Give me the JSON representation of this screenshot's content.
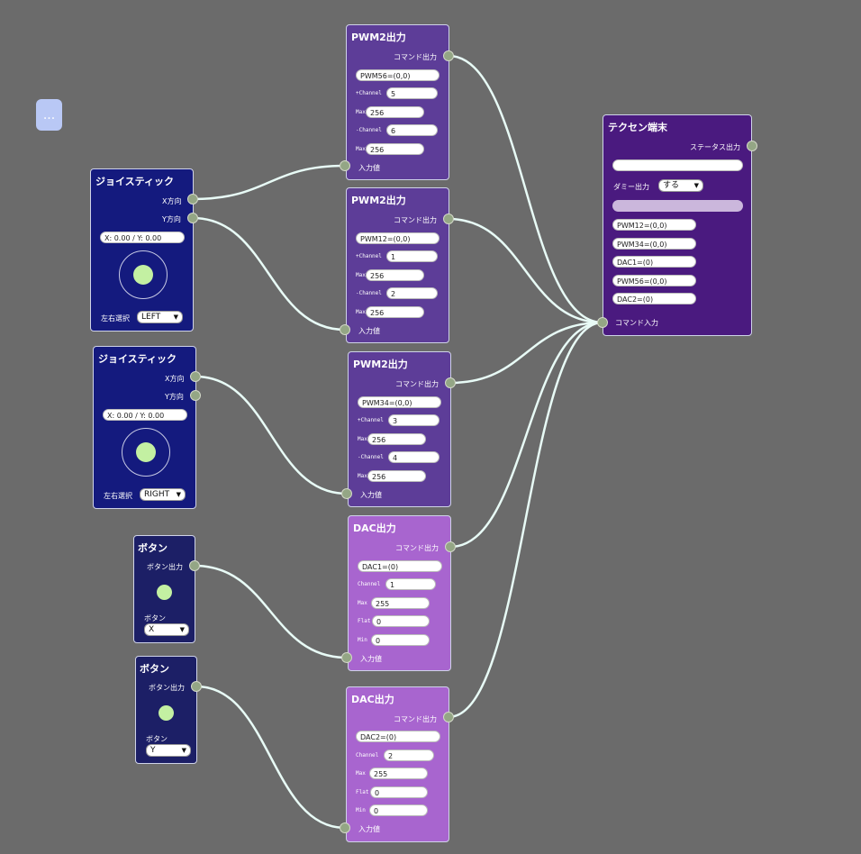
{
  "menu": {
    "label": "..."
  },
  "joysticks": [
    {
      "title": "ジョイスティック",
      "x_port": "X方向",
      "y_port": "Y方向",
      "readout": "X: 0.00 / Y: 0.00",
      "select_label": "左右選択",
      "select_value": "LEFT"
    },
    {
      "title": "ジョイスティック",
      "x_port": "X方向",
      "y_port": "Y方向",
      "readout": "X: 0.00 / Y: 0.00",
      "select_label": "左右選択",
      "select_value": "RIGHT"
    }
  ],
  "buttons": [
    {
      "title": "ボタン",
      "out_port": "ボタン出力",
      "select_label": "ボタン",
      "select_value": "X"
    },
    {
      "title": "ボタン",
      "out_port": "ボタン出力",
      "select_label": "ボタン",
      "select_value": "Y"
    }
  ],
  "pwm_nodes": [
    {
      "title": "PWM2出力",
      "out_port": "コマンド出力",
      "command": "PWM56=(0,0)",
      "fields": [
        {
          "label": "+Channel",
          "value": "5"
        },
        {
          "label": "Max",
          "value": "256"
        },
        {
          "label": "-Channel",
          "value": "6"
        },
        {
          "label": "Max",
          "value": "256"
        }
      ],
      "in_port": "入力値"
    },
    {
      "title": "PWM2出力",
      "out_port": "コマンド出力",
      "command": "PWM12=(0,0)",
      "fields": [
        {
          "label": "+Channel",
          "value": "1"
        },
        {
          "label": "Max",
          "value": "256"
        },
        {
          "label": "-Channel",
          "value": "2"
        },
        {
          "label": "Max",
          "value": "256"
        }
      ],
      "in_port": "入力値"
    },
    {
      "title": "PWM2出力",
      "out_port": "コマンド出力",
      "command": "PWM34=(0,0)",
      "fields": [
        {
          "label": "+Channel",
          "value": "3"
        },
        {
          "label": "Max",
          "value": "256"
        },
        {
          "label": "-Channel",
          "value": "4"
        },
        {
          "label": "Max",
          "value": "256"
        }
      ],
      "in_port": "入力値"
    }
  ],
  "dac_nodes": [
    {
      "title": "DAC出力",
      "out_port": "コマンド出力",
      "command": "DAC1=(0)",
      "fields": [
        {
          "label": "Channel",
          "value": "1"
        },
        {
          "label": "Max",
          "value": "255"
        },
        {
          "label": "Flat",
          "value": "0"
        },
        {
          "label": "Min",
          "value": "0"
        }
      ],
      "in_port": "入力値"
    },
    {
      "title": "DAC出力",
      "out_port": "コマンド出力",
      "command": "DAC2=(0)",
      "fields": [
        {
          "label": "Channel",
          "value": "2"
        },
        {
          "label": "Max",
          "value": "255"
        },
        {
          "label": "Flat",
          "value": "0"
        },
        {
          "label": "Min",
          "value": "0"
        }
      ],
      "in_port": "入力値"
    }
  ],
  "terminal": {
    "title": "テクセン端末",
    "status_port": "ステータス出力",
    "status_value": "",
    "dummy_label": "ダミー出力",
    "dummy_value": "する",
    "commands": [
      "PWM12=(0,0)",
      "PWM34=(0,0)",
      "DAC1=(0)",
      "PWM56=(0,0)",
      "DAC2=(0)"
    ],
    "in_port": "コマンド入力"
  },
  "colors": {
    "wire": "#e8fbf6",
    "port": "#94a685",
    "knob": "#c3f0a2"
  }
}
